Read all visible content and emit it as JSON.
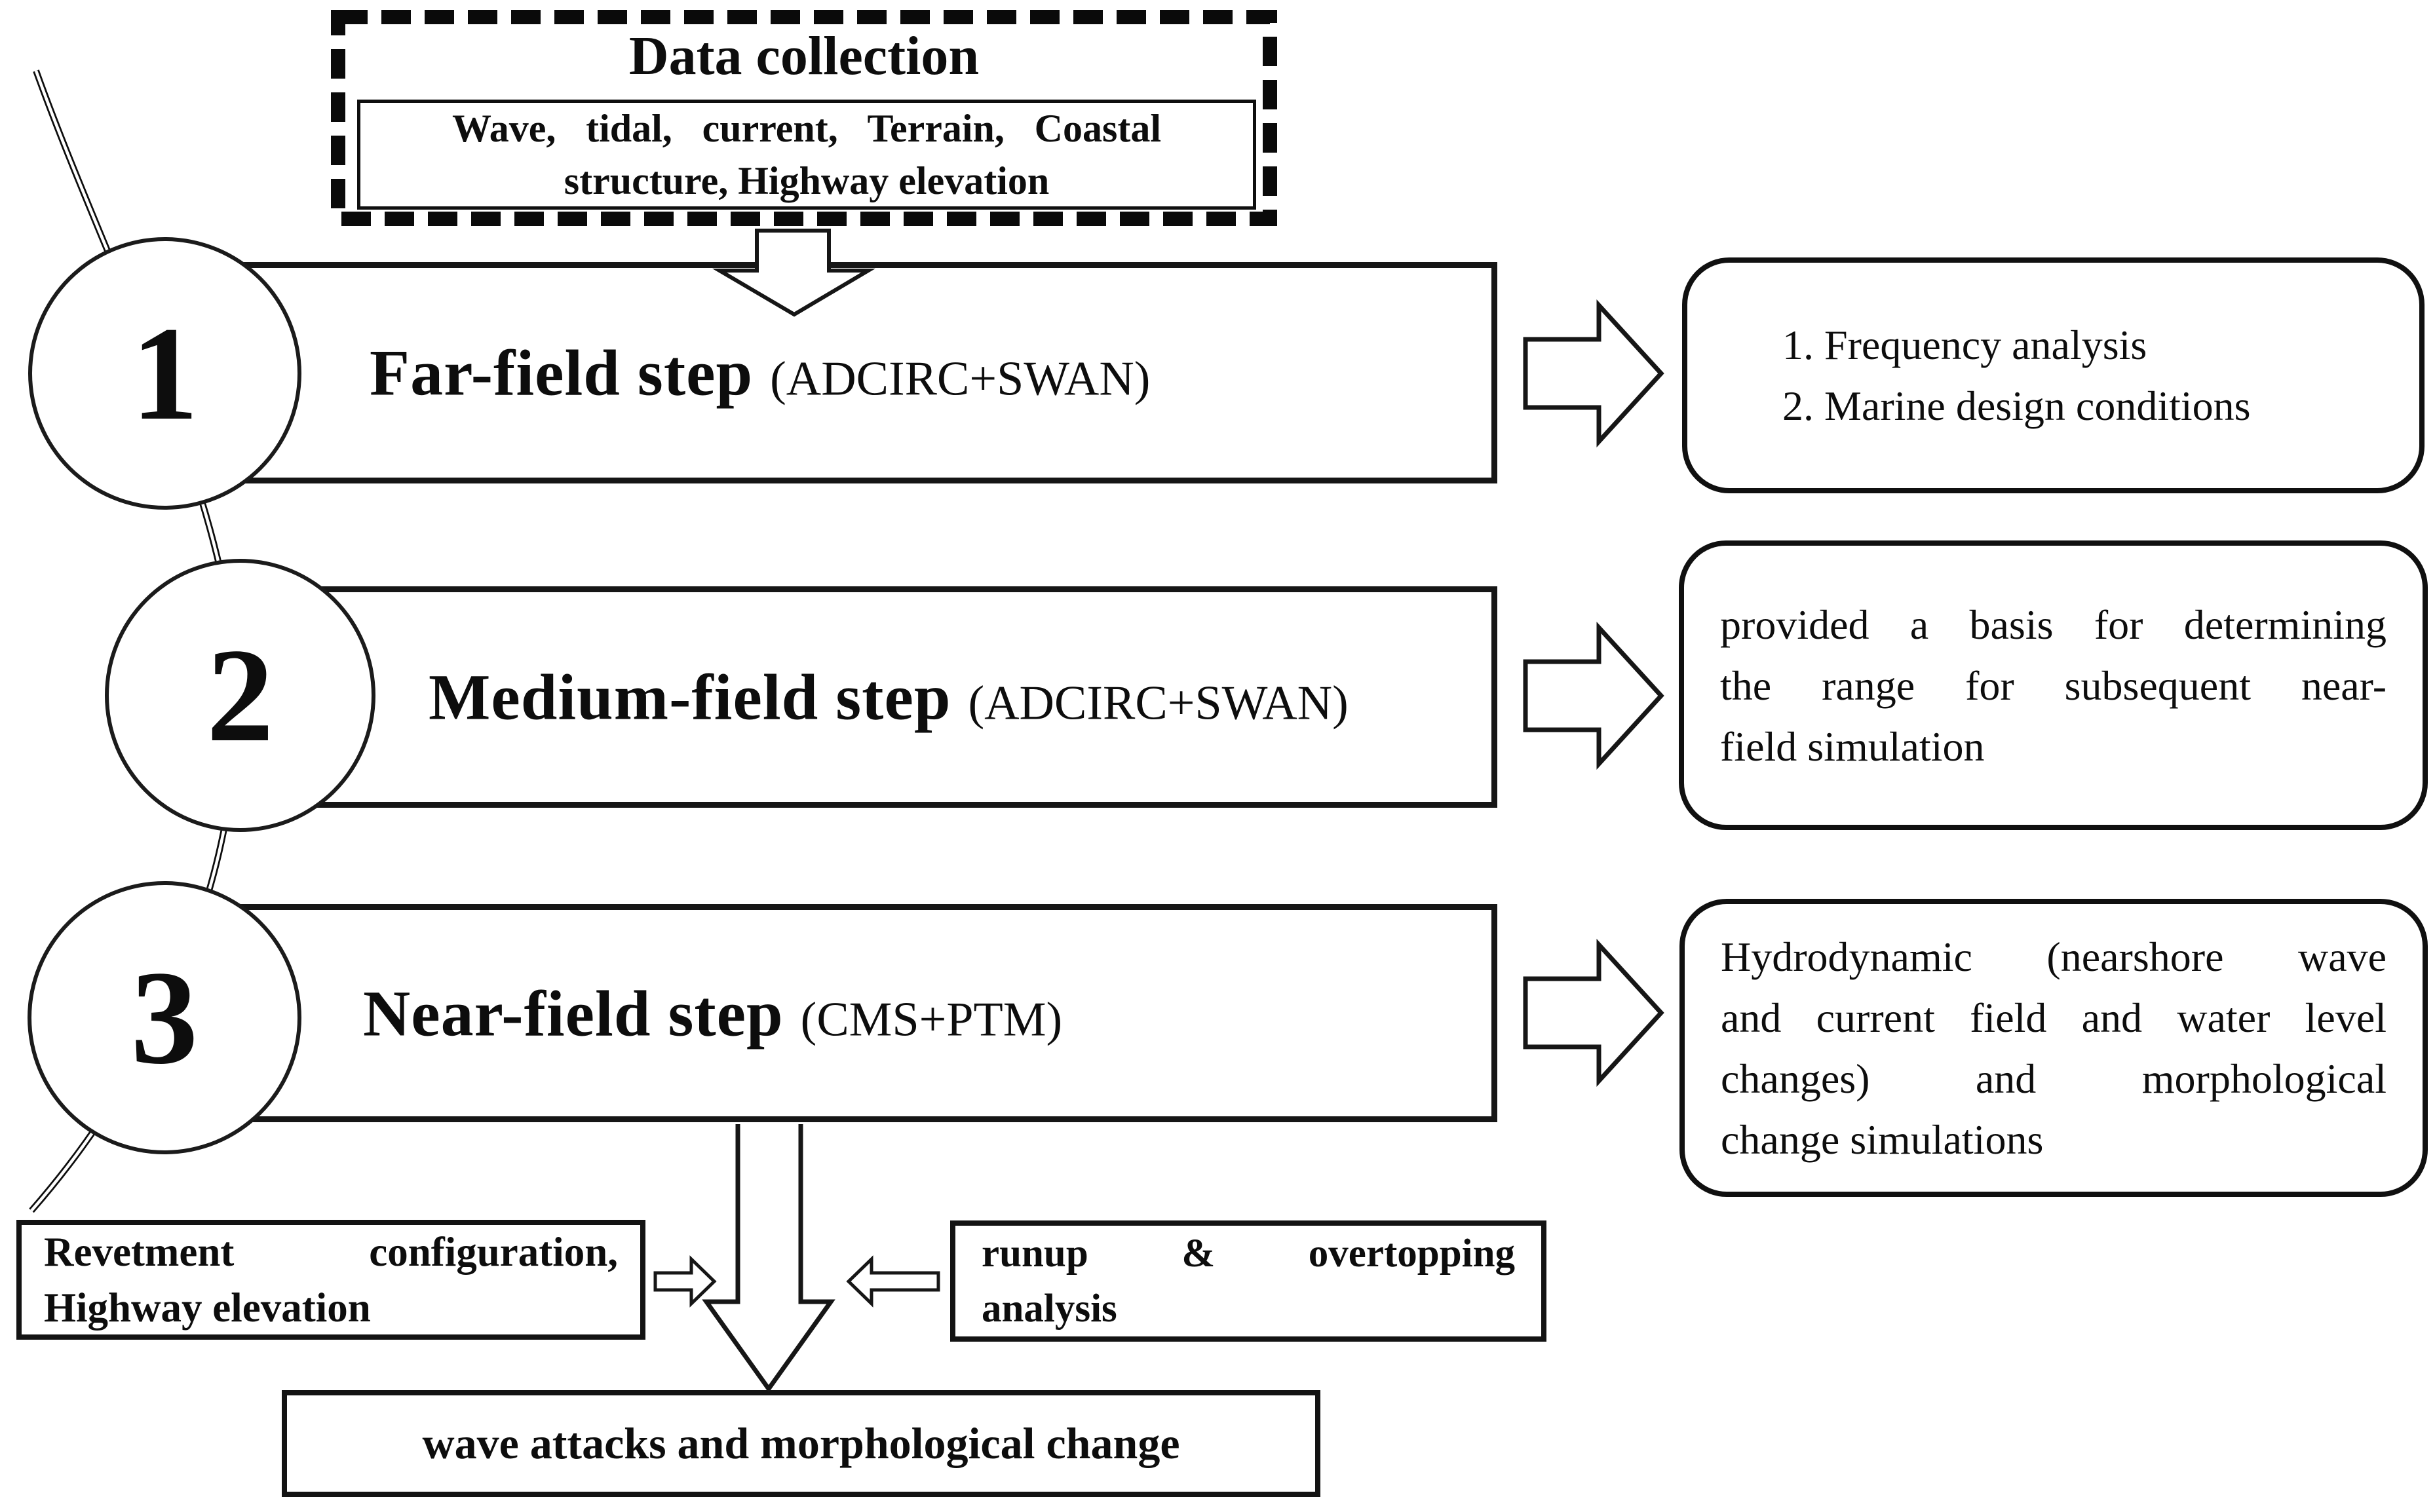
{
  "colors": {
    "ink": "#111111",
    "paper": "#ffffff"
  },
  "data_collection": {
    "title": "Data collection",
    "lines": [
      "Wave, tidal, current, Terrain, Coastal",
      "structure, Highway elevation"
    ]
  },
  "steps": [
    {
      "number": "1",
      "title": "Far-field step",
      "model": "(ADCIRC+SWAN)",
      "outcome_lines": [
        "1. Frequency analysis",
        "2. Marine design conditions"
      ]
    },
    {
      "number": "2",
      "title": "Medium-field step",
      "model": "(ADCIRC+SWAN)",
      "outcome_lines": [
        "provided a basis for determining",
        "the range for subsequent near-",
        "field simulation"
      ]
    },
    {
      "number": "3",
      "title": "Near-field step",
      "model": "(CMS+PTM)",
      "outcome_lines": [
        "Hydrodynamic (nearshore wave",
        "and current field and water level",
        "changes) and morphological",
        "change simulations"
      ]
    }
  ],
  "bottom": {
    "left_input_lines": [
      "Revetment configuration,",
      "Highway elevation"
    ],
    "right_input_lines": [
      "runup & overtopping",
      "analysis"
    ],
    "result": "wave attacks and morphological change"
  }
}
